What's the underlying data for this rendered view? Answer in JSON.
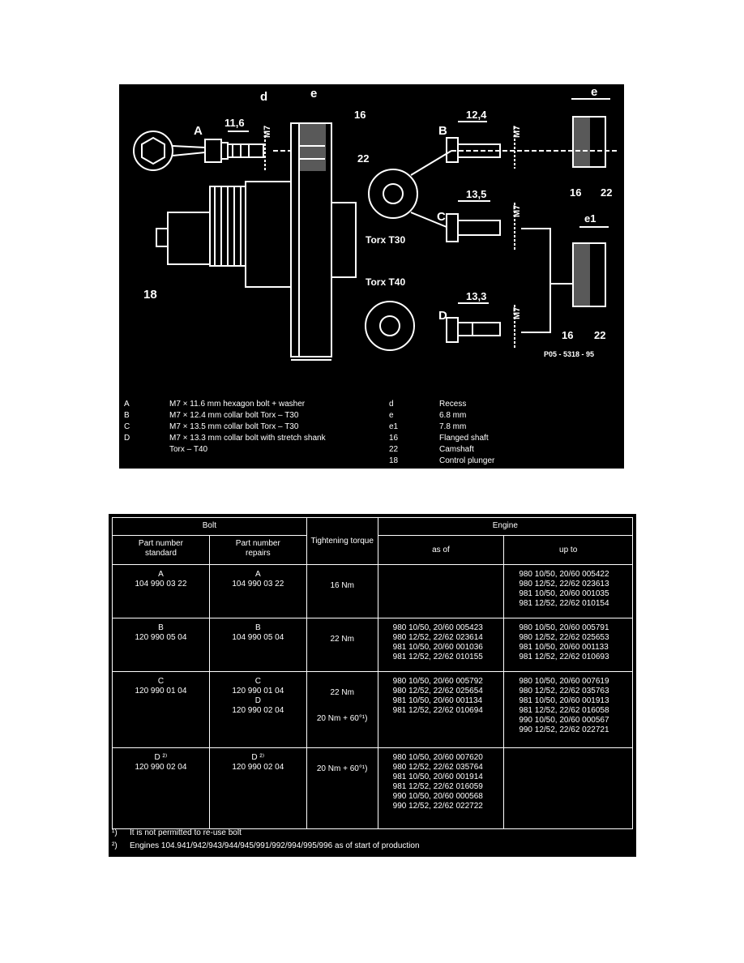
{
  "diagram": {
    "labels": {
      "A": "A",
      "B": "B",
      "C": "C",
      "D": "D",
      "d": "d",
      "e_top": "e",
      "e_right": "e",
      "e1": "e1",
      "dim_A": "11,6",
      "dim_B": "12,4",
      "dim_C": "13,5",
      "dim_D": "13,3",
      "m7": "M7",
      "p16_top": "16",
      "p22_top": "22",
      "p16_right": "16",
      "p22_right": "22",
      "p16_bottom": "16",
      "p22_bottom": "22",
      "p18": "18",
      "torx30": "Torx T30",
      "torx40": "Torx T40",
      "ref": "P05 - 5318 - 95"
    },
    "legend_left": [
      {
        "key": "A",
        "text": "M7 × 11.6 mm hexagon bolt + washer"
      },
      {
        "key": "B",
        "text": "M7 × 12.4 mm collar bolt Torx – T30"
      },
      {
        "key": "C",
        "text": "M7 × 13.5 mm collar bolt Torx – T30"
      },
      {
        "key": "D",
        "text": "M7 × 13.3 mm collar bolt with stretch shank"
      },
      {
        "key": "",
        "text": "Torx – T40"
      }
    ],
    "legend_right": [
      {
        "key": "d",
        "text": "Recess"
      },
      {
        "key": "e",
        "text": "6.8 mm"
      },
      {
        "key": "e1",
        "text": "7.8 mm"
      },
      {
        "key": "16",
        "text": "Flanged shaft"
      },
      {
        "key": "22",
        "text": "Camshaft"
      },
      {
        "key": "18",
        "text": "Control plunger"
      }
    ]
  },
  "table": {
    "header": {
      "bolt": "Bolt",
      "pn_standard": "Part number standard",
      "pn_repairs": "Part number repairs",
      "torque": "Tightening torque",
      "engine": "Engine",
      "as_of": "as of",
      "up_to": "up to"
    },
    "rows": [
      {
        "std": [
          "A",
          "104 990 03 22"
        ],
        "rep": [
          "A",
          "104 990 03 22"
        ],
        "torque": [
          "16 Nm"
        ],
        "as_of": [],
        "up_to": [
          "980 10/50, 20/60 005422",
          "980 12/52, 22/62 023613",
          "981 10/50, 20/60 001035",
          "981 12/52, 22/62 010154"
        ]
      },
      {
        "std": [
          "B",
          "120 990 05 04"
        ],
        "rep": [
          "B",
          "104 990 05 04"
        ],
        "torque": [
          "22 Nm"
        ],
        "as_of": [
          "980 10/50, 20/60 005423",
          "980 12/52, 22/62 023614",
          "981 10/50, 20/60 001036",
          "981 12/52, 22/62 010155"
        ],
        "up_to": [
          "980 10/50, 20/60 005791",
          "980 12/52, 22/62 025653",
          "981 10/50, 20/60 001133",
          "981 12/52, 22/62 010693"
        ]
      },
      {
        "std": [
          "C",
          "120 990 01 04"
        ],
        "rep": [
          "C",
          "120 990 01 04",
          "D",
          "120 990 02 04"
        ],
        "torque": [
          "22 Nm",
          "20 Nm + 60°¹)"
        ],
        "as_of": [
          "980 10/50, 20/60 005792",
          "980 12/52, 22/62 025654",
          "981 10/50, 20/60 001134",
          "981 12/52, 22/62 010694"
        ],
        "up_to": [
          "980 10/50, 20/60 007619",
          "980 12/52, 22/62 035763",
          "981 10/50, 20/60 001913",
          "981 12/52, 22/62 016058",
          "990 10/50, 20/60 000567",
          "990 12/52, 22/62 022721"
        ]
      },
      {
        "std": [
          "D ²⁾",
          "120 990 02 04"
        ],
        "rep": [
          "D ²⁾",
          "120 990 02 04"
        ],
        "torque": [
          "20 Nm + 60°¹)"
        ],
        "as_of": [
          "980 10/50, 20/60 007620",
          "980 12/52, 22/62 035764",
          "981 10/50, 20/60 001914",
          "981 12/52, 22/62 016059",
          "990 10/50, 20/60 000568",
          "990 12/52, 22/62 022722"
        ],
        "up_to": []
      }
    ],
    "notes": [
      {
        "key": "¹)",
        "text": "It is not permitted to re-use bolt"
      },
      {
        "key": "²)",
        "text": "Engines 104.941/942/943/944/945/991/992/994/995/996 as of start of production"
      }
    ]
  }
}
